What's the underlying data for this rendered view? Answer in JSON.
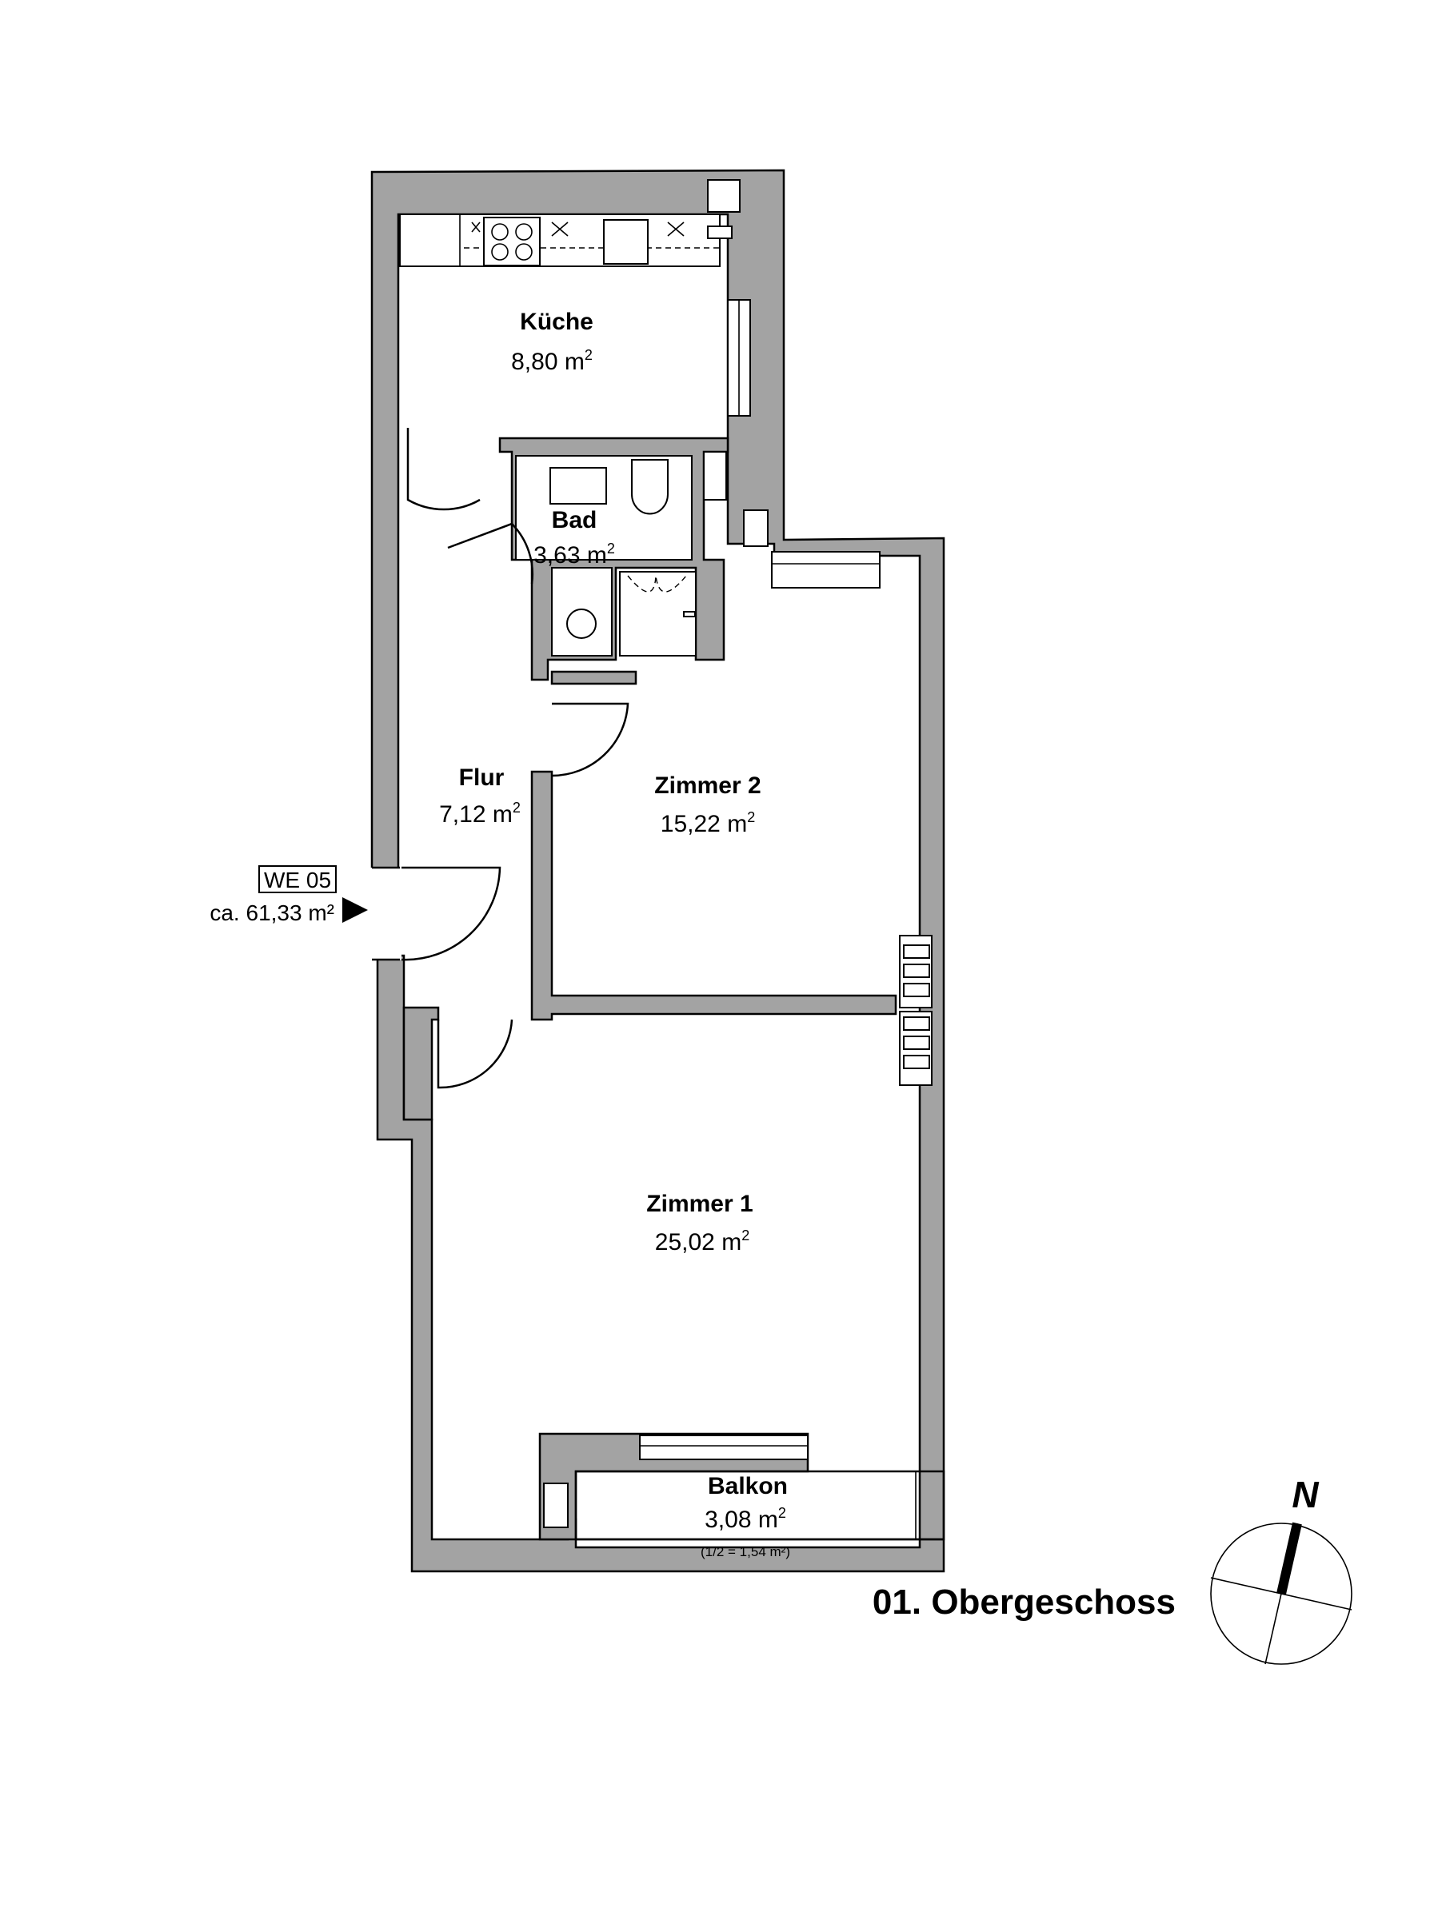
{
  "rooms": {
    "kueche": {
      "name": "Küche",
      "area": "8,80 m",
      "sup": "2"
    },
    "bad": {
      "name": "Bad",
      "area": "3,63 m",
      "sup": "2"
    },
    "flur": {
      "name": "Flur",
      "area": "7,12 m",
      "sup": "2"
    },
    "zimmer2": {
      "name": "Zimmer 2",
      "area": "15,22 m",
      "sup": "2"
    },
    "zimmer1": {
      "name": "Zimmer 1",
      "area": "25,02 m",
      "sup": "2"
    },
    "balkon": {
      "name": "Balkon",
      "area": "3,08 m",
      "sup": "2",
      "note": "(1/2 = 1,54 m²)"
    }
  },
  "unit": {
    "id": "WE 05",
    "area": "ca. 61,33 m²"
  },
  "floor_label": "01. Obergeschoss",
  "north_label": "N",
  "colors": {
    "wall_fill": "#a3a3a3",
    "line": "#000000",
    "background": "#ffffff"
  },
  "icons": [
    "entrance-arrow-icon",
    "north-compass-icon"
  ]
}
